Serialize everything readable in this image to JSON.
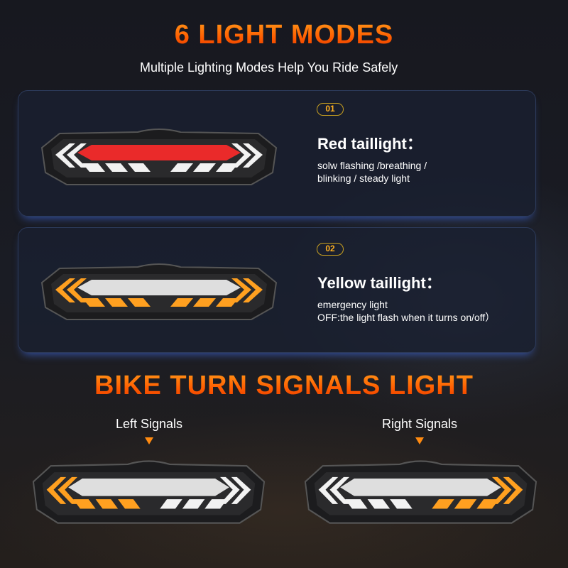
{
  "title": "6 LIGHT MODES",
  "subtitle": "Multiple Lighting Modes Help You Ride Safely",
  "modes": [
    {
      "badge": "01",
      "heading": "Red taillight：",
      "desc_lines": [
        "solw flashing /breathing /",
        "blinking / steady light"
      ],
      "light": {
        "center": "red",
        "left": "white",
        "right": "white"
      }
    },
    {
      "badge": "02",
      "heading": "Yellow taillight：",
      "desc_lines": [
        "emergency light",
        "OFF:the light flash when it turns on/off）"
      ],
      "light": {
        "center": "white",
        "left": "amber",
        "right": "amber"
      }
    }
  ],
  "signals_title": "BIKE TURN SIGNALS LIGHT",
  "signals": [
    {
      "label": "Left Signals",
      "light": {
        "center": "white",
        "left": "amber",
        "right": "white"
      }
    },
    {
      "label": "Right Signals",
      "light": {
        "center": "white",
        "left": "white",
        "right": "amber"
      }
    }
  ],
  "colors": {
    "accent": "#ff6a00",
    "red": "#ff2a2a",
    "amber": "#ffa020",
    "white": "#f2f2f2",
    "badge": "#ffb020"
  }
}
